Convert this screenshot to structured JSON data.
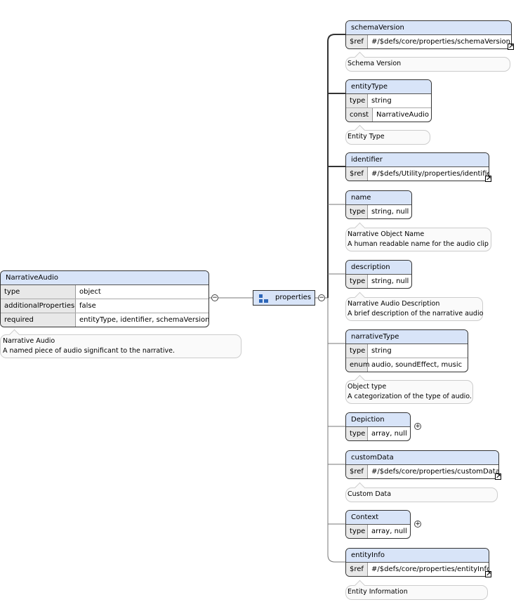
{
  "root": {
    "title": "NarrativeAudio",
    "rows": [
      {
        "key": "type",
        "value": "object"
      },
      {
        "key": "additionalProperties",
        "value": "false"
      },
      {
        "key": "required",
        "value": "entityType, identifier, schemaVersion"
      }
    ],
    "note": [
      "Narrative Audio",
      "A named piece of audio significant to the narrative."
    ]
  },
  "properties_label": "properties",
  "properties": [
    {
      "title": "schemaVersion",
      "rows": [
        {
          "key": "$ref",
          "value": "#/$defs/core/properties/schemaVersion"
        }
      ],
      "note": [
        "Schema Version"
      ]
    },
    {
      "title": "entityType",
      "rows": [
        {
          "key": "type",
          "value": "string"
        },
        {
          "key": "const",
          "value": "NarrativeAudio"
        }
      ],
      "note": [
        "Entity Type"
      ]
    },
    {
      "title": "identifier",
      "rows": [
        {
          "key": "$ref",
          "value": "#/$defs/Utility/properties/identifier"
        }
      ],
      "note": []
    },
    {
      "title": "name",
      "rows": [
        {
          "key": "type",
          "value": "string, null"
        }
      ],
      "note": [
        "Narrative Object Name",
        "A human readable name for the audio clip"
      ]
    },
    {
      "title": "description",
      "rows": [
        {
          "key": "type",
          "value": "string, null"
        }
      ],
      "note": [
        "Narrative Audio Description",
        "A brief description of the narrative audio"
      ]
    },
    {
      "title": "narrativeType",
      "rows": [
        {
          "key": "type",
          "value": "string"
        },
        {
          "key": "enum",
          "value": "audio, soundEffect, music"
        }
      ],
      "note": [
        "Object type",
        "A categorization of the type of audio."
      ]
    },
    {
      "title": "Depiction",
      "rows": [
        {
          "key": "type",
          "value": "array, null"
        }
      ],
      "note": []
    },
    {
      "title": "customData",
      "rows": [
        {
          "key": "$ref",
          "value": "#/$defs/core/properties/customData"
        }
      ],
      "note": [
        "Custom Data"
      ]
    },
    {
      "title": "Context",
      "rows": [
        {
          "key": "type",
          "value": "array, null"
        }
      ],
      "note": []
    },
    {
      "title": "entityInfo",
      "rows": [
        {
          "key": "$ref",
          "value": "#/$defs/core/properties/entityInfo"
        }
      ],
      "note": [
        "Entity Information"
      ]
    }
  ],
  "colors": {
    "header": "#d8e4f8",
    "key_cell": "#e8e8e8",
    "note_bg": "#fafafa",
    "icon": "#2d66b8"
  }
}
